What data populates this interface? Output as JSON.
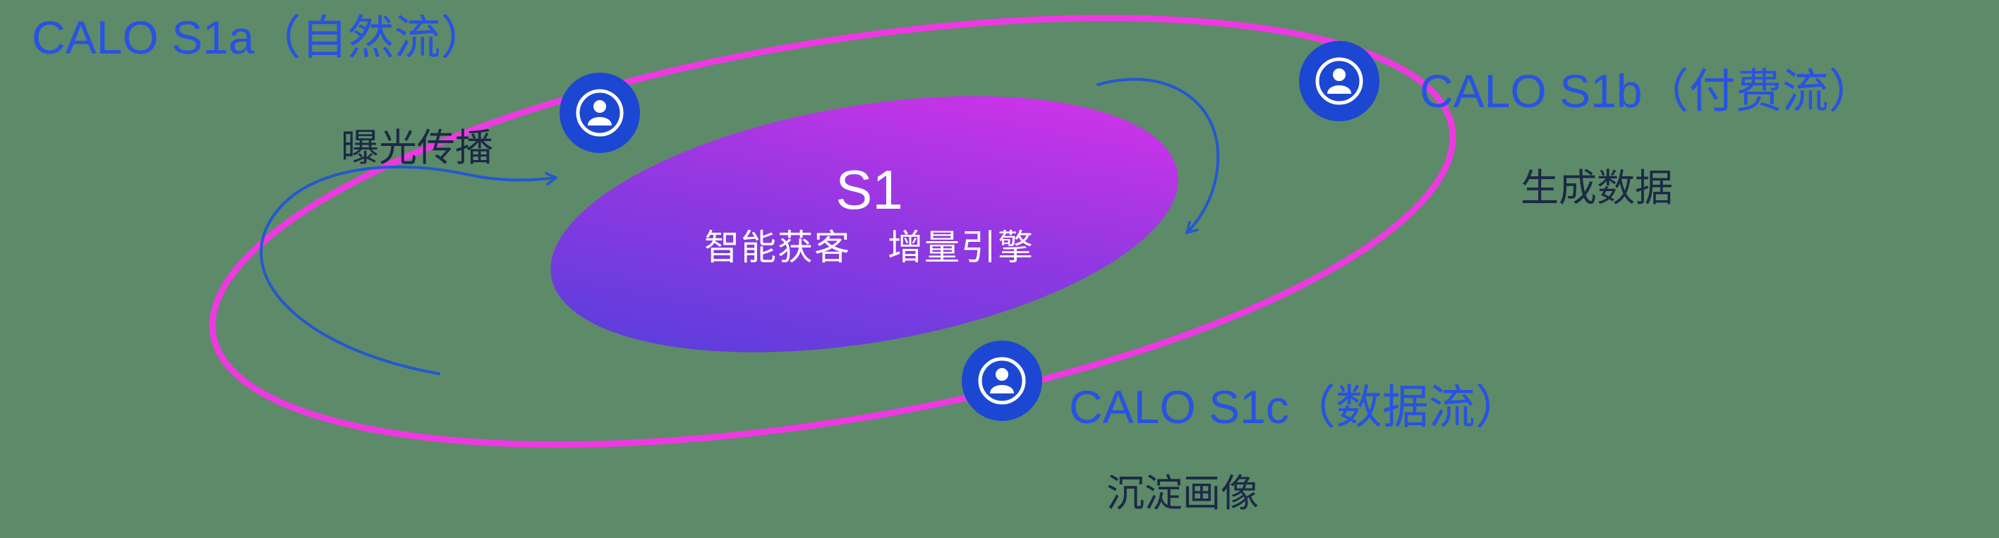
{
  "canvas": {
    "background_note": "muted green backdrop behind transparent diagram"
  },
  "core": {
    "title": "S1",
    "subtitle": "智能获客　增量引擎"
  },
  "nodes": [
    {
      "id": "s1a",
      "title": "CALO S1a（自然流）",
      "subtitle": "曝光传播",
      "icon": "user-icon"
    },
    {
      "id": "s1b",
      "title": "CALO S1b（付费流）",
      "subtitle": "生成数据",
      "icon": "user-icon"
    },
    {
      "id": "s1c",
      "title": "CALO S1c（数据流）",
      "subtitle": "沉淀画像",
      "icon": "user-icon"
    }
  ],
  "arrows": [
    {
      "id": "flow-arrow-left",
      "direction": "counterclockwise, pointing up-right toward S1a node"
    },
    {
      "id": "flow-arrow-right",
      "direction": "clockwise, pointing down toward core from S1b side"
    }
  ],
  "colors": {
    "background": "#5d8a69",
    "title_blue": "#2853e2",
    "subtitle_dark": "#1c2946",
    "node_blue": "#1c47d2",
    "arrow_blue": "#2458cf",
    "ring_magenta": "#ee39e2",
    "core_gradient_start": "#4b40d9",
    "core_gradient_mid": "#9338e2",
    "core_gradient_end": "#e332ea",
    "core_text": "#ffffff"
  }
}
